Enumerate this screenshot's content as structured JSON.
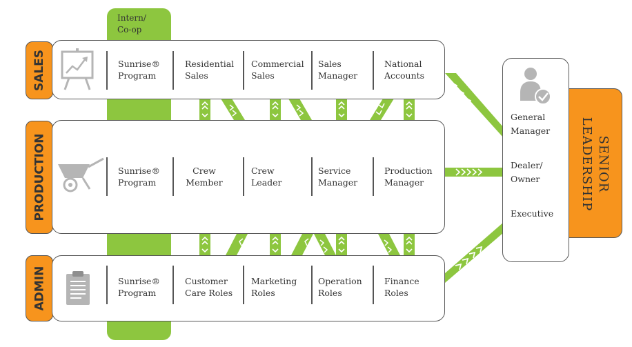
{
  "intern_label": "Intern/\nCo-op",
  "rows": {
    "sales": {
      "tab": "SALES",
      "icon": "presentation-chart-icon",
      "cells": [
        "Sunrise®\nProgram",
        "Residential\nSales",
        "Commercial\nSales",
        "Sales\nManager",
        "National\nAccounts"
      ]
    },
    "production": {
      "tab": "PRODUCTION",
      "icon": "wheelbarrow-icon",
      "cells": [
        "Sunrise®\nProgram",
        "Crew\nMember",
        "Crew\nLeader",
        "Service\nManager",
        "Production\nManager"
      ]
    },
    "admin": {
      "tab": "ADMIN",
      "icon": "clipboard-icon",
      "cells": [
        "Sunrise®\nProgram",
        "Customer\nCare Roles",
        "Marketing\nRoles",
        "Operation\nRoles",
        "Finance\nRoles"
      ]
    }
  },
  "leadership": {
    "icon": "user-check-icon",
    "items": [
      "General\nManager",
      "Dealer/\nOwner",
      "Executive"
    ],
    "label": "SENIOR\nLEADERSHIP"
  },
  "colors": {
    "orange": "#f7941d",
    "green": "#8dc63f",
    "outline": "#555555"
  }
}
